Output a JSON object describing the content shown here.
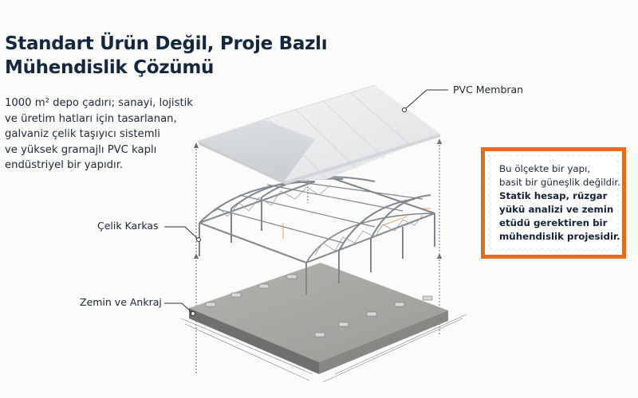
{
  "header": {
    "title_line1": "Standart Ürün Değil, Proje Bazlı",
    "title_line2": "Mühendislik Çözümü"
  },
  "intro": {
    "lines": [
      "1000 m² depo çadırı; sanayi, lojistik",
      "ve üretim hatları için tasarlanan,",
      "galvaniz çelik taşıyıcı sistemli",
      "ve yüksek gramajlı PVC kaplı",
      "endüstriyel bir yapıdır."
    ]
  },
  "diagram": {
    "labels": {
      "membrane": "PVC Membran",
      "frame": "Çelik Karkas",
      "foundation": "Zemin ve Ankraj"
    },
    "layers": [
      "membrane-roof",
      "steel-frame",
      "concrete-slab"
    ]
  },
  "callout": {
    "normal_lines": [
      "Bu ölçekte bir yapı,",
      "basit bir güneşlik değildir."
    ],
    "bold_lines": [
      "Statik hesap, rüzgar",
      "yükü analizi ve zemin",
      "etüdü gerektiren bir",
      "mühendislik projesidir."
    ],
    "border_color": "#e36b1c"
  },
  "colors": {
    "title": "#15273d",
    "accent_orange": "#e36b1c",
    "steel": "#8a9097",
    "concrete": "#a8a8a4",
    "membrane": "#eef0f1"
  }
}
